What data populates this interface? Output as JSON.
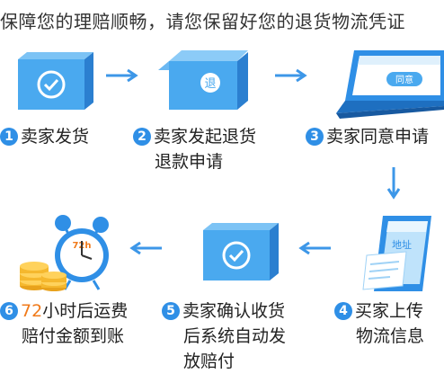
{
  "banner": {
    "text": "保障您的理赔顺畅，请您保留好您的退货物流凭证"
  },
  "colors": {
    "accent_blue": "#2f8fe6",
    "box_blue": "#4aa9ef",
    "highlight_orange": "#f07a1a"
  },
  "steps": [
    {
      "number": "1",
      "lines": [
        "卖家发货"
      ]
    },
    {
      "number": "2",
      "lines": [
        "卖家发起退货",
        "退款申请"
      ]
    },
    {
      "number": "3",
      "lines": [
        "卖家同意申请"
      ]
    },
    {
      "number": "4",
      "lines": [
        "买家上传",
        "物流信息"
      ]
    },
    {
      "number": "5",
      "lines": [
        "卖家确认收货",
        "后系统自动发",
        "放赔付"
      ]
    },
    {
      "number": "6",
      "highlight": "72",
      "line1_rest": "小时后运费",
      "lines": [
        "",
        "赔付金额到账"
      ]
    }
  ],
  "icon_labels": {
    "return_badge": "退",
    "laptop_screen_button": "同意",
    "phone_screen_label": "地址",
    "clock_face": "72h"
  }
}
